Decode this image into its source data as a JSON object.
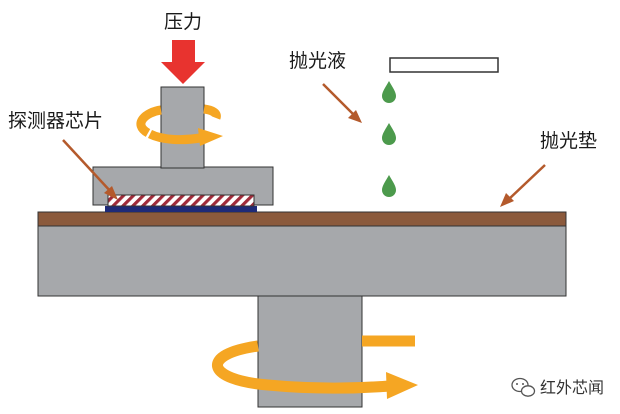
{
  "labels": {
    "pressure": "压力",
    "chip": "探测器芯片",
    "slurry": "抛光液",
    "pad": "抛光垫"
  },
  "watermark": {
    "text": "红外芯闻",
    "icon": "wechat-icon"
  },
  "colors": {
    "gray_fill": "#a6a8ab",
    "pad_brown": "#8b5a3c",
    "rotation_orange": "#f5a623",
    "arrow_red": "#e8332f",
    "pointer_brown": "#b45a2c",
    "droplet_green": "#4c9a4c",
    "chip_hatch": "#a02b3a",
    "chip_base": "#1e2a78",
    "outline": "#333333"
  }
}
